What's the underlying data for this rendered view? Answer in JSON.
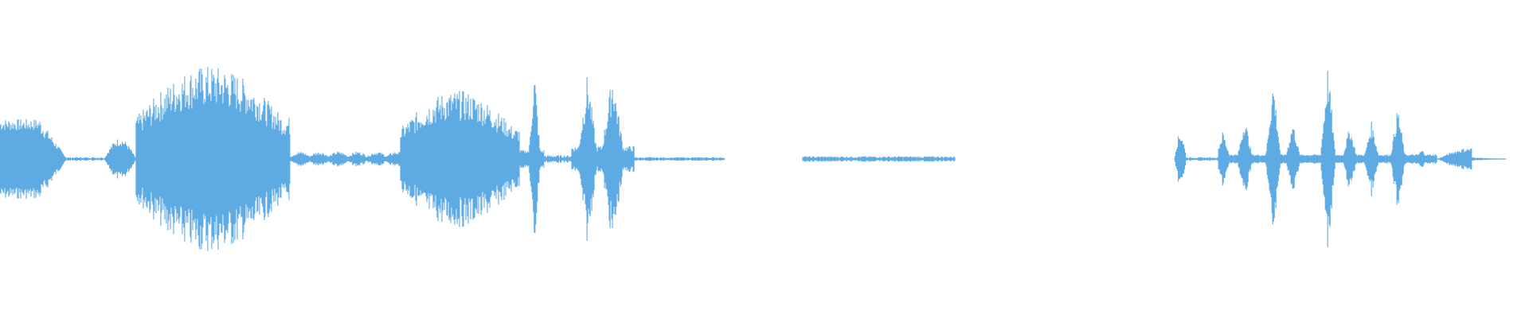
{
  "waveform": {
    "color": "#5eaae2",
    "background": "#ffffff",
    "duration_fraction_segments": [
      {
        "start": 0.0,
        "end": 0.044,
        "peak": 0.42,
        "shape": "ramp-decay"
      },
      {
        "start": 0.044,
        "end": 0.068,
        "peak": 0.02,
        "shape": "flat"
      },
      {
        "start": 0.068,
        "end": 0.089,
        "peak": 0.22,
        "shape": "bump"
      },
      {
        "start": 0.089,
        "end": 0.19,
        "peak": 0.98,
        "shape": "dense"
      },
      {
        "start": 0.19,
        "end": 0.262,
        "peak": 0.08,
        "shape": "wobble"
      },
      {
        "start": 0.262,
        "end": 0.34,
        "peak": 0.72,
        "shape": "dense"
      },
      {
        "start": 0.34,
        "end": 0.356,
        "peak": 0.95,
        "shape": "spike"
      },
      {
        "start": 0.356,
        "end": 0.374,
        "peak": 0.04,
        "shape": "flat"
      },
      {
        "start": 0.374,
        "end": 0.415,
        "peak": 0.92,
        "shape": "spikes"
      },
      {
        "start": 0.415,
        "end": 0.474,
        "peak": 0.02,
        "shape": "flat"
      },
      {
        "start": 0.525,
        "end": 0.625,
        "peak": 0.03,
        "shape": "flat"
      },
      {
        "start": 0.768,
        "end": 0.776,
        "peak": 0.28,
        "shape": "bump"
      },
      {
        "start": 0.776,
        "end": 0.797,
        "peak": 0.02,
        "shape": "flat"
      },
      {
        "start": 0.797,
        "end": 0.94,
        "peak": 1.0,
        "shape": "pulses"
      },
      {
        "start": 0.94,
        "end": 0.985,
        "peak": 0.12,
        "shape": "bump-end"
      }
    ]
  }
}
